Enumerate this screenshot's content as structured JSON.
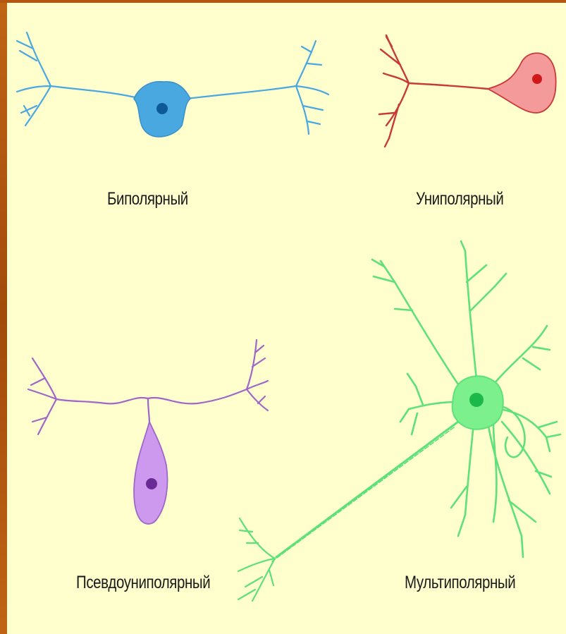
{
  "labels": {
    "bipolar": "Биполярный",
    "unipolar": "Униполярный",
    "pseudounipolar": "Псевдоуниполярный",
    "multipolar": "Мультиполярный"
  },
  "colors": {
    "background": "#ffffcd",
    "frame": "#b4560f",
    "bipolar": "#4aa8e0",
    "unipolar": "#e05a5a",
    "pseudounipolar": "#b07ad0",
    "multipolar": "#5ee07a"
  }
}
